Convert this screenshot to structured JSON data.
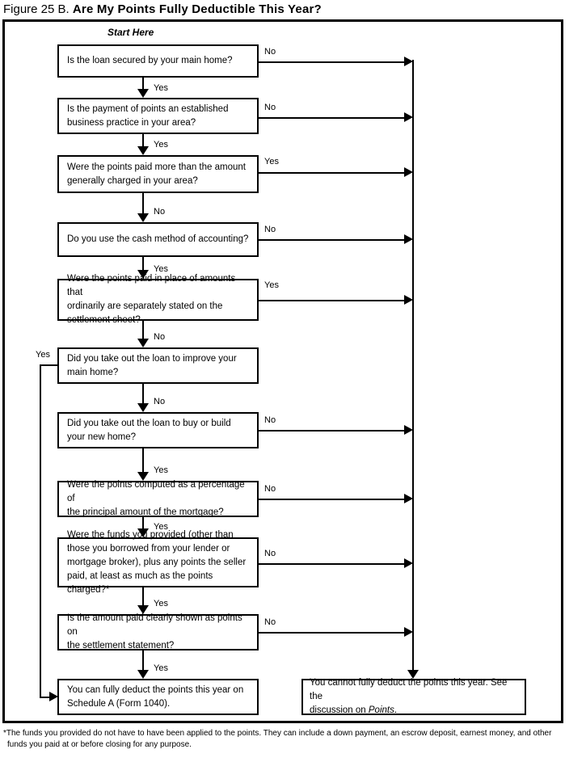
{
  "title": {
    "prefix": "Figure 25 B. ",
    "main": "Are My Points Fully Deductible This Year?"
  },
  "start_label": "Start Here",
  "nodes": [
    {
      "id": "q1",
      "text": "Is the loan secured by your main home?"
    },
    {
      "id": "q2",
      "text": "Is the payment of points an established\nbusiness practice in your area?"
    },
    {
      "id": "q3",
      "text": "Were the points paid more than the amount\ngenerally charged in your area?"
    },
    {
      "id": "q4",
      "text": "Do you use the cash method of accounting?"
    },
    {
      "id": "q5",
      "text": "Were the points paid in place of amounts that\nordinarily are separately stated on the\nsettlement sheet?"
    },
    {
      "id": "q6",
      "text": "Did you take out the loan to improve your\nmain home?"
    },
    {
      "id": "q7",
      "text": "Did you take out the loan to buy or build\nyour new home?"
    },
    {
      "id": "q8",
      "text": "Were the points computed as a percentage of\nthe principal amount of the mortgage?"
    },
    {
      "id": "q9",
      "text": "Were the funds you provided (other than\nthose you borrowed from your lender or\nmortgage broker), plus any points the seller\npaid, at least as much as the points charged?*"
    },
    {
      "id": "q10",
      "text": "Is the amount paid clearly shown as points on\nthe settlement statement?"
    },
    {
      "id": "yes_end",
      "text": "You can fully deduct the points this year on\nSchedule A (Form 1040)."
    },
    {
      "id": "no_end_pre",
      "text": "You cannot fully deduct the points this year. See the\ndiscussion on "
    },
    {
      "id": "no_end_ital",
      "text": "Points"
    },
    {
      "id": "no_end_post",
      "text": "."
    }
  ],
  "branch_labels": {
    "q1_right": "No",
    "q1_down": "Yes",
    "q2_right": "No",
    "q2_down": "Yes",
    "q3_right": "Yes",
    "q3_down": "No",
    "q4_right": "No",
    "q4_down": "Yes",
    "q5_right": "Yes",
    "q5_down": "No",
    "q6_left": "Yes",
    "q6_down": "No",
    "q7_right": "No",
    "q7_down": "Yes",
    "q8_right": "No",
    "q8_down": "Yes",
    "q9_right": "No",
    "q9_down": "Yes",
    "q10_right": "No",
    "q10_down": "Yes"
  },
  "footnote": {
    "line1": "*The funds you provided do not have to have been applied to the points. They can include a down payment, an escrow deposit, earnest money, and other",
    "line2": "funds you paid at or before closing for any purpose."
  },
  "colors": {
    "ink": "#000000",
    "paper": "#ffffff"
  }
}
